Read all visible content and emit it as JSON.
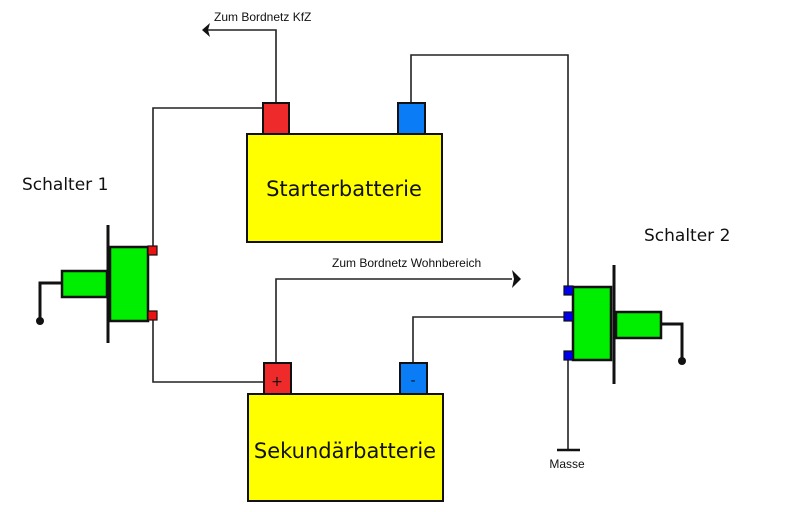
{
  "diagram": {
    "labels": {
      "starter_battery": "Starterbatterie",
      "secondary_battery": "Sekundärbatterie",
      "switch_1": "Schalter 1",
      "switch_2": "Schalter 2",
      "to_vehicle_grid": "Zum Bordnetz KfZ",
      "to_living_grid": "Zum Bordnetz Wohnbereich",
      "ground": "Masse",
      "plus": "+",
      "minus": "-"
    },
    "colors": {
      "battery": "#ffff00",
      "positive_terminal": "#ee2a2a",
      "negative_terminal": "#0a7cf5",
      "switch_body": "#00ee00",
      "switch1_contacts": "#ee1111",
      "switch2_contacts": "#0000ee"
    }
  }
}
